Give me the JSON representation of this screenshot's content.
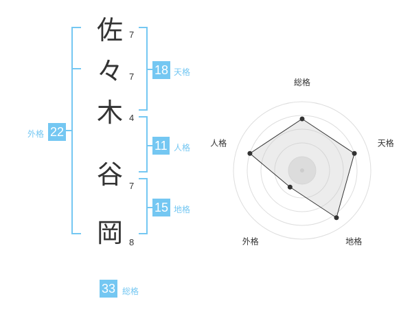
{
  "name": {
    "chars": [
      {
        "char": "佐",
        "strokes": "7"
      },
      {
        "char": "々",
        "strokes": "7"
      },
      {
        "char": "木",
        "strokes": "4"
      },
      {
        "char": "谷",
        "strokes": "7"
      },
      {
        "char": "岡",
        "strokes": "8"
      }
    ]
  },
  "fortune": {
    "tenkaku": {
      "value": "18",
      "label": "天格"
    },
    "jinkaku": {
      "value": "11",
      "label": "人格"
    },
    "chikaku": {
      "value": "15",
      "label": "地格"
    },
    "gaikaku": {
      "value": "22",
      "label": "外格"
    },
    "soukaku": {
      "value": "33",
      "label": "総格"
    }
  },
  "colors": {
    "accent": "#74c7f2",
    "text": "#333333",
    "grid": "#dddddd",
    "fill": "#eeeeee"
  },
  "chart_data": {
    "type": "radar",
    "axes": [
      "総格",
      "天格",
      "地格",
      "外格",
      "人格"
    ],
    "values": [
      0.75,
      0.8,
      0.85,
      0.3,
      0.8
    ],
    "max": 1
  }
}
